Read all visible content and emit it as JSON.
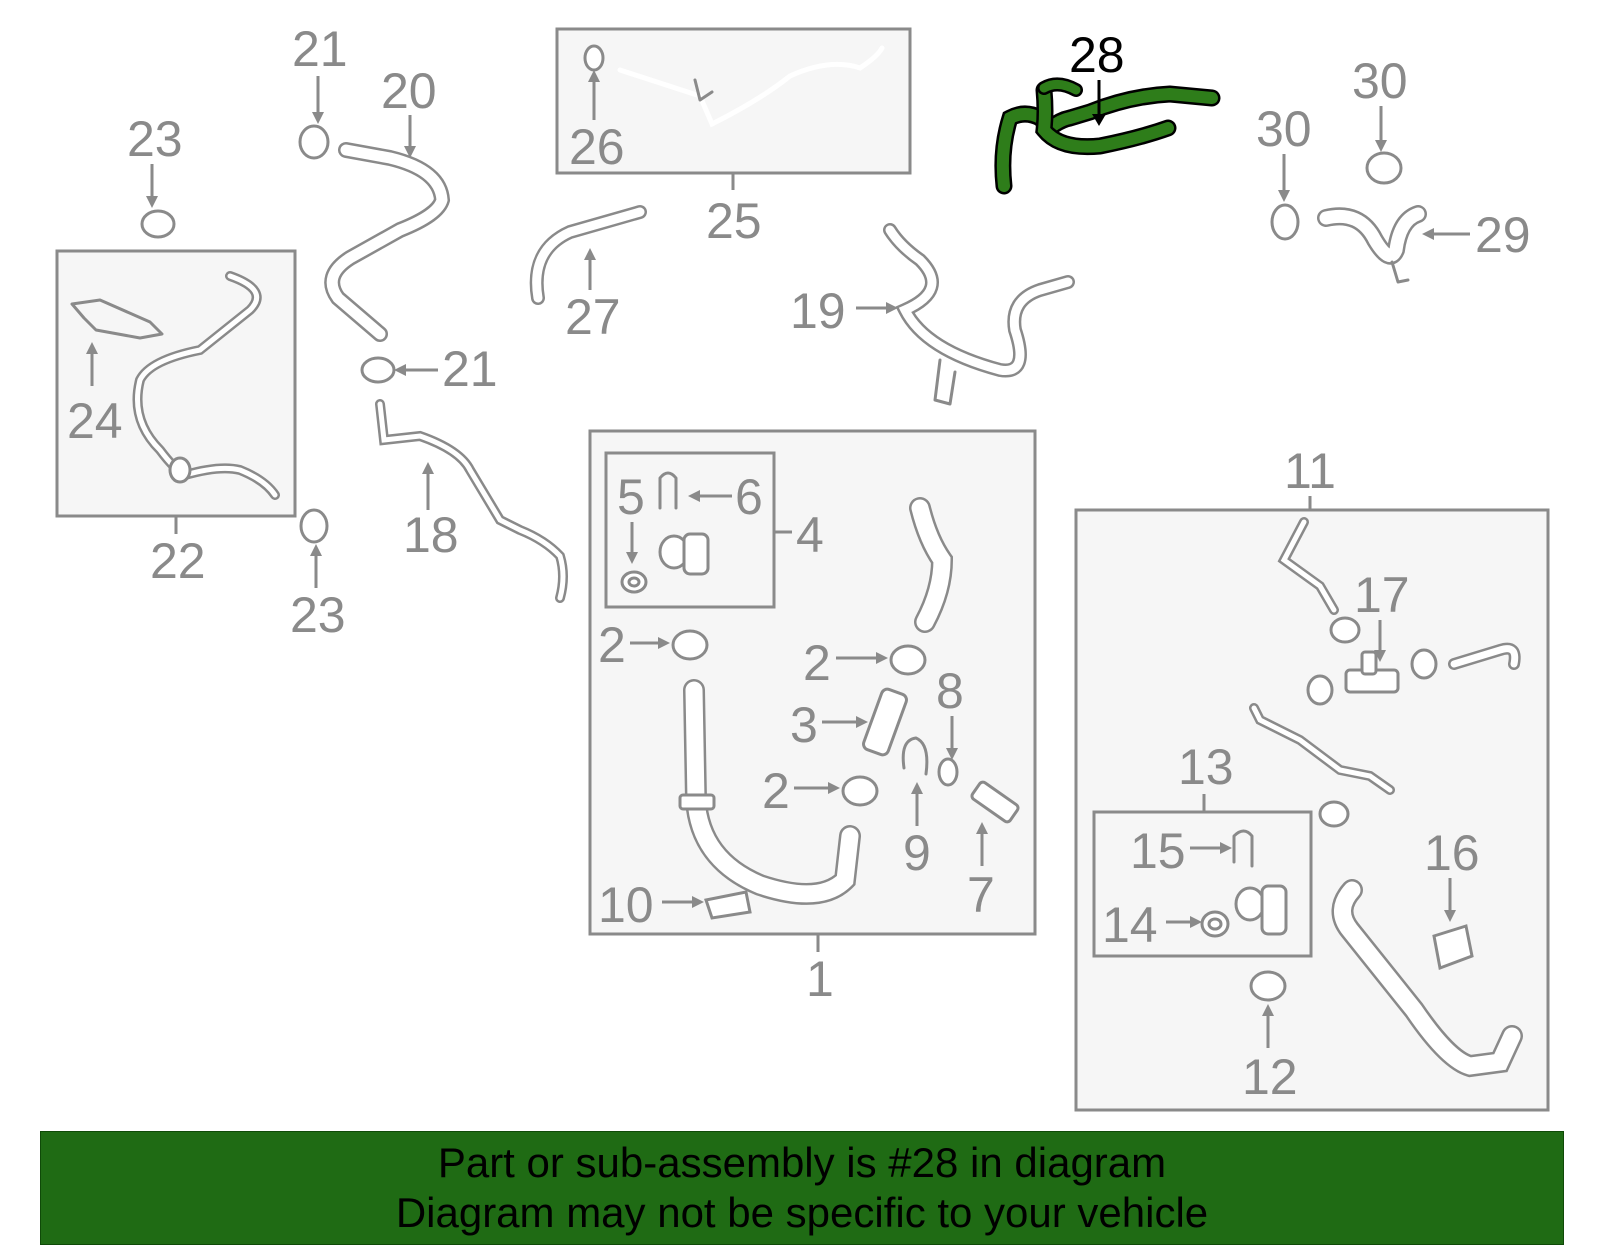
{
  "callouts": {
    "c1": "1",
    "c2a": "2",
    "c2b": "2",
    "c2c": "2",
    "c3": "3",
    "c4": "4",
    "c5": "5",
    "c6": "6",
    "c7": "7",
    "c8": "8",
    "c9": "9",
    "c10": "10",
    "c11": "11",
    "c12": "12",
    "c13": "13",
    "c14": "14",
    "c15": "15",
    "c16": "16",
    "c17": "17",
    "c18": "18",
    "c19": "19",
    "c20": "20",
    "c21a": "21",
    "c21b": "21",
    "c22": "22",
    "c23a": "23",
    "c23b": "23",
    "c24": "24",
    "c25": "25",
    "c26": "26",
    "c27": "27",
    "c28": "28",
    "c29": "29",
    "c30a": "30",
    "c30b": "30"
  },
  "highlight": {
    "color": "#2e7d1a"
  },
  "banner": {
    "line1": "Part or sub-assembly is #28 in diagram",
    "line2": "Diagram may not be specific to your vehicle"
  }
}
